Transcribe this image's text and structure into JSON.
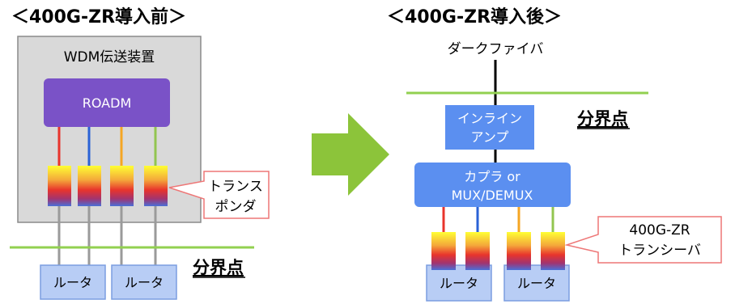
{
  "before": {
    "heading": "＜400G-ZR導入前＞",
    "wdm_label": "WDM伝送装置",
    "roadm_label": "ROADM",
    "transponder_callout": [
      "トランス",
      "ポンダ"
    ],
    "demarcation": "分界点",
    "routers": [
      "ルータ",
      "ルータ"
    ]
  },
  "after": {
    "heading": "＜400G-ZR導入後＞",
    "fiber_label": "ダークファイバ",
    "amp_label": [
      "インライン",
      "アンプ"
    ],
    "coupler_label": [
      "カプラ or",
      "MUX/DEMUX"
    ],
    "demarcation": "分界点",
    "transceiver_callout": [
      "400G-ZR",
      "トランシーバ"
    ],
    "routers": [
      "ルータ",
      "ルータ"
    ]
  },
  "colors": {
    "roadm": "#7a52c7",
    "blue_box": "#5b8ff0",
    "router_fill": "#b8cdf5",
    "router_stroke": "#7b9de0",
    "green_line": "#92d050",
    "arrow": "#8cc43a",
    "wdm_bg": "#d9d9d9",
    "callout_stroke": "#ee7777",
    "fiber_red": "#e8342c",
    "fiber_blue": "#2a62d6",
    "fiber_orange": "#f5a623",
    "fiber_green": "#92c550"
  }
}
